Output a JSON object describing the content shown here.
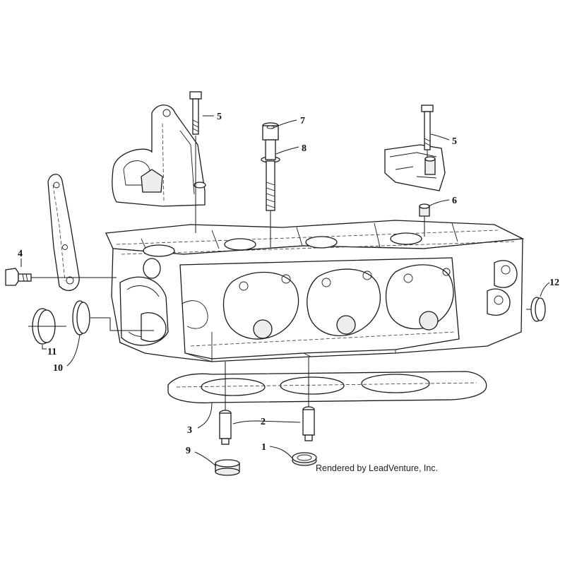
{
  "callouts": {
    "c1": "1",
    "c2": "2",
    "c3": "3",
    "c4": "4",
    "c5a": "5",
    "c5b": "5",
    "c6": "6",
    "c7": "7",
    "c8": "8",
    "c9": "9",
    "c10": "10",
    "c11": "11",
    "c12": "12"
  },
  "credit": "Rendered by LeadVenture, Inc."
}
